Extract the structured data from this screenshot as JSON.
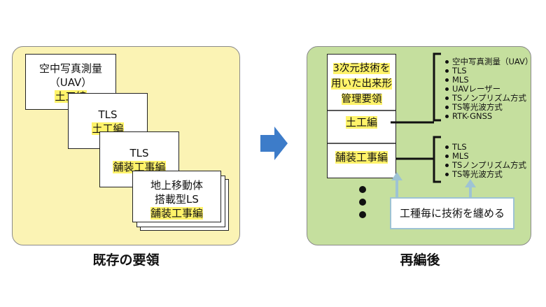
{
  "left_panel": {
    "caption": "既存の要領",
    "documents": [
      {
        "lines": [
          "空中写真測量",
          "（UAV）"
        ],
        "highlight": "土工編"
      },
      {
        "lines": [
          "TLS"
        ],
        "highlight": "土工編"
      },
      {
        "lines": [
          "TLS"
        ],
        "highlight": "舗装工事編"
      },
      {
        "lines": [
          "地上移動体",
          "搭載型LS"
        ],
        "highlight": "舗装工事編"
      }
    ]
  },
  "right_panel": {
    "caption": "再編後",
    "main_title": [
      "3次元技術を",
      "用いた出来形",
      "管理要領"
    ],
    "section_earthwork": "土工編",
    "section_paving": "舗装工事編",
    "earthwork_methods": [
      "空中写真測量（UAV）",
      "TLS",
      "MLS",
      "UAVレーザー",
      "TSノンプリズム方式",
      "TS等光波方式",
      "RTK-GNSS"
    ],
    "paving_methods": [
      "TLS",
      "MLS",
      "TSノンプリズム方式",
      "TS等光波方式"
    ],
    "grouping_note": "工種毎に技術を纏める"
  },
  "colors": {
    "left_bg": "#fbf3b4",
    "right_bg": "#c5df9e",
    "highlight": "#fff36a",
    "arrow": "#3d7cc9",
    "grouping_arrow": "#9ec3d4"
  }
}
